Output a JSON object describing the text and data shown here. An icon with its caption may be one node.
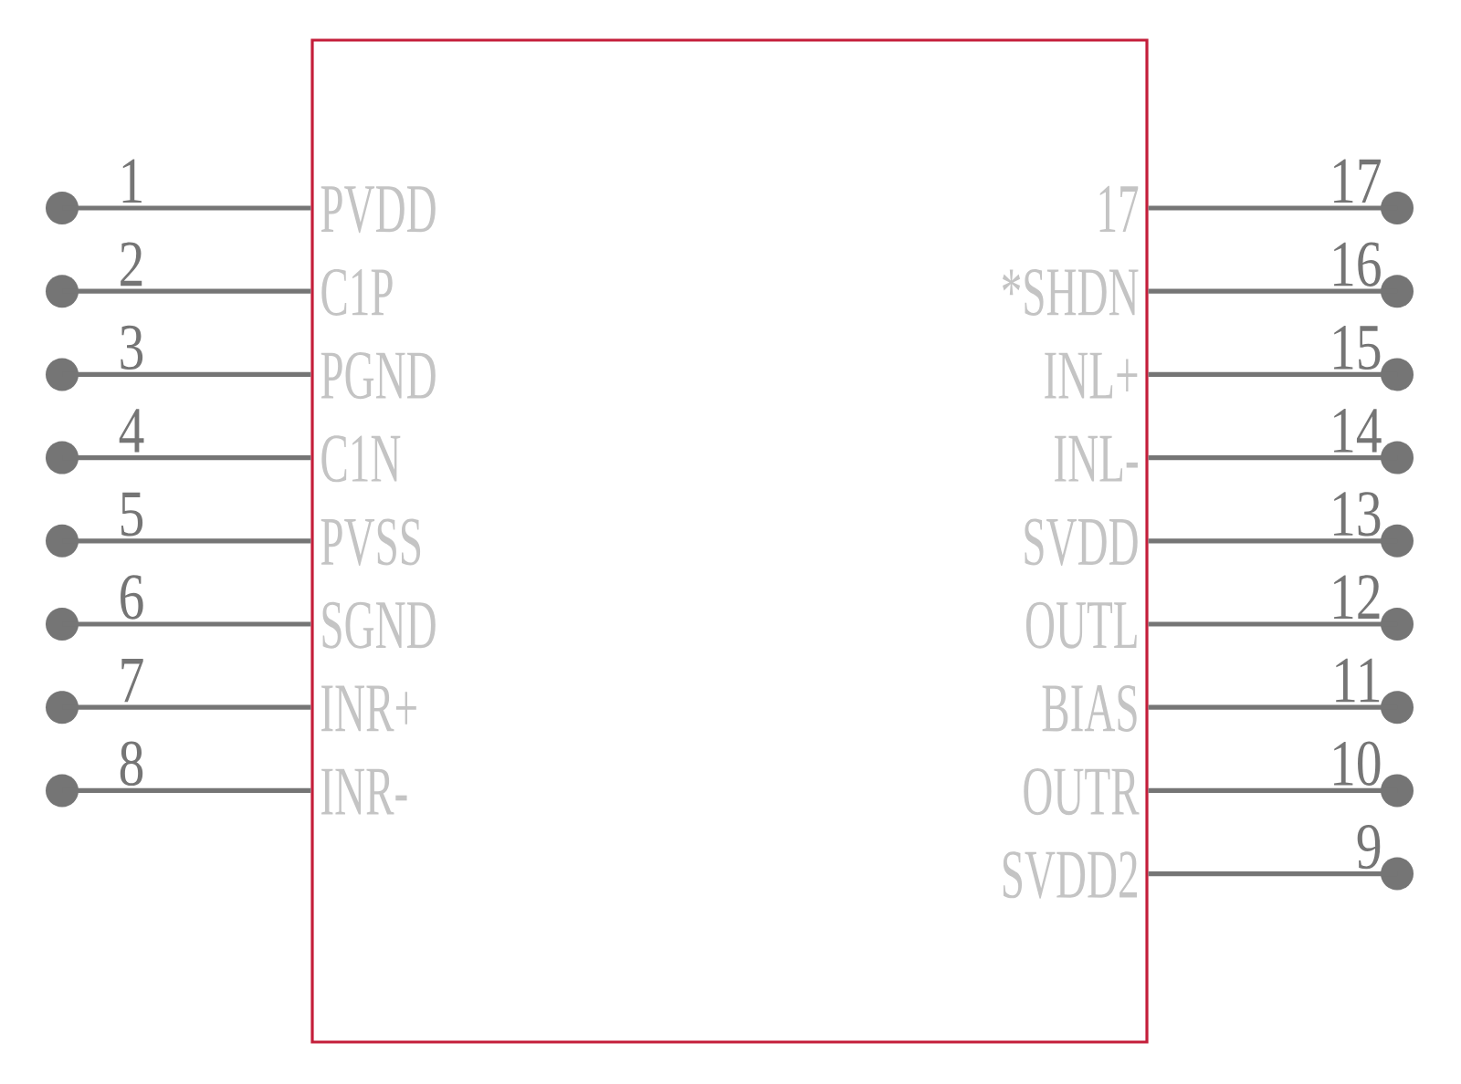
{
  "diagram": {
    "nodes": [
      {
        "text": [
          "PVDD",
          "C1P",
          "PGND",
          "C1N",
          "PVSS",
          "SGND",
          "INR+",
          "INR-",
          "17",
          "*SHDN",
          "INL+",
          "INL-",
          "SVDD",
          "OUTL",
          "BIAS",
          "OUTR",
          "SVDD2"
        ]
      },
      {
        "text": [],
        "shape": "circle",
        "beside": [
          "1"
        ]
      },
      {
        "text": [],
        "shape": "circle",
        "beside": [
          "2"
        ]
      },
      {
        "text": [],
        "shape": "circle",
        "beside": [
          "3"
        ]
      },
      {
        "text": [],
        "shape": "circle",
        "beside": [
          "4"
        ]
      },
      {
        "text": [],
        "shape": "circle",
        "beside": [
          "5"
        ]
      },
      {
        "text": [],
        "shape": "circle",
        "beside": [
          "6"
        ]
      },
      {
        "text": [],
        "shape": "circle",
        "beside": [
          "7"
        ]
      },
      {
        "text": [],
        "shape": "circle",
        "beside": [
          "8"
        ]
      },
      {
        "text": [],
        "shape": "circle",
        "beside": [
          "17"
        ]
      },
      {
        "text": [],
        "shape": "circle",
        "beside": [
          "16"
        ]
      },
      {
        "text": [],
        "shape": "circle",
        "beside": [
          "15"
        ]
      },
      {
        "text": [],
        "shape": "circle",
        "beside": [
          "14"
        ]
      },
      {
        "text": [],
        "shape": "circle",
        "beside": [
          "13"
        ]
      },
      {
        "text": [],
        "shape": "circle",
        "beside": [
          "12"
        ]
      },
      {
        "text": [],
        "shape": "circle",
        "beside": [
          "11"
        ]
      },
      {
        "text": [],
        "shape": "circle",
        "beside": [
          "10"
        ]
      },
      {
        "text": [],
        "shape": "circle",
        "beside": [
          "9"
        ]
      }
    ],
    "edges": [
      {
        "from": 1,
        "to": 0,
        "arrow": "none"
      },
      {
        "from": 2,
        "to": 0,
        "arrow": "none"
      },
      {
        "from": 3,
        "to": 0,
        "arrow": "none"
      },
      {
        "from": 4,
        "to": 0,
        "arrow": "none"
      },
      {
        "from": 5,
        "to": 0,
        "arrow": "none"
      },
      {
        "from": 6,
        "to": 0,
        "arrow": "none"
      },
      {
        "from": 7,
        "to": 0,
        "arrow": "none"
      },
      {
        "from": 8,
        "to": 0,
        "arrow": "none"
      },
      {
        "from": 9,
        "to": 0,
        "arrow": "none"
      },
      {
        "from": 10,
        "to": 0,
        "arrow": "none"
      },
      {
        "from": 11,
        "to": 0,
        "arrow": "none"
      },
      {
        "from": 12,
        "to": 0,
        "arrow": "none"
      },
      {
        "from": 13,
        "to": 0,
        "arrow": "none"
      },
      {
        "from": 14,
        "to": 0,
        "arrow": "none"
      },
      {
        "from": 15,
        "to": 0,
        "arrow": "none"
      },
      {
        "from": 16,
        "to": 0,
        "arrow": "none"
      },
      {
        "from": 17,
        "to": 0,
        "arrow": "none"
      }
    ]
  }
}
